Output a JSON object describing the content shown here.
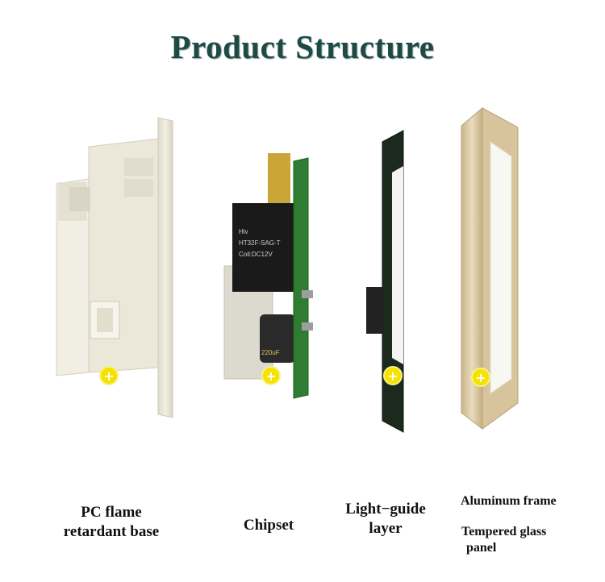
{
  "title": "Product Structure",
  "labels": {
    "base_line1": "PC flame",
    "base_line2": "retardant base",
    "chipset": "Chipset",
    "lightguide_line1": "Light−guide",
    "lightguide_line2": "layer",
    "frame": "Aluminum frame",
    "glass_line1": "Tempered glass",
    "glass_line2": "panel"
  },
  "relay_text": {
    "brand": "Hiv",
    "model": "HT32F-SAG-T",
    "coil": "Coil:DC12V"
  },
  "capacitor_text": "220uF",
  "colors": {
    "title": "#1f4a44",
    "marker": "#f5e200",
    "base": "#ece8d8",
    "pcb": "#2e7d32",
    "frame": "#d9c7a0"
  },
  "marker_icon": "plus-circle-icon"
}
